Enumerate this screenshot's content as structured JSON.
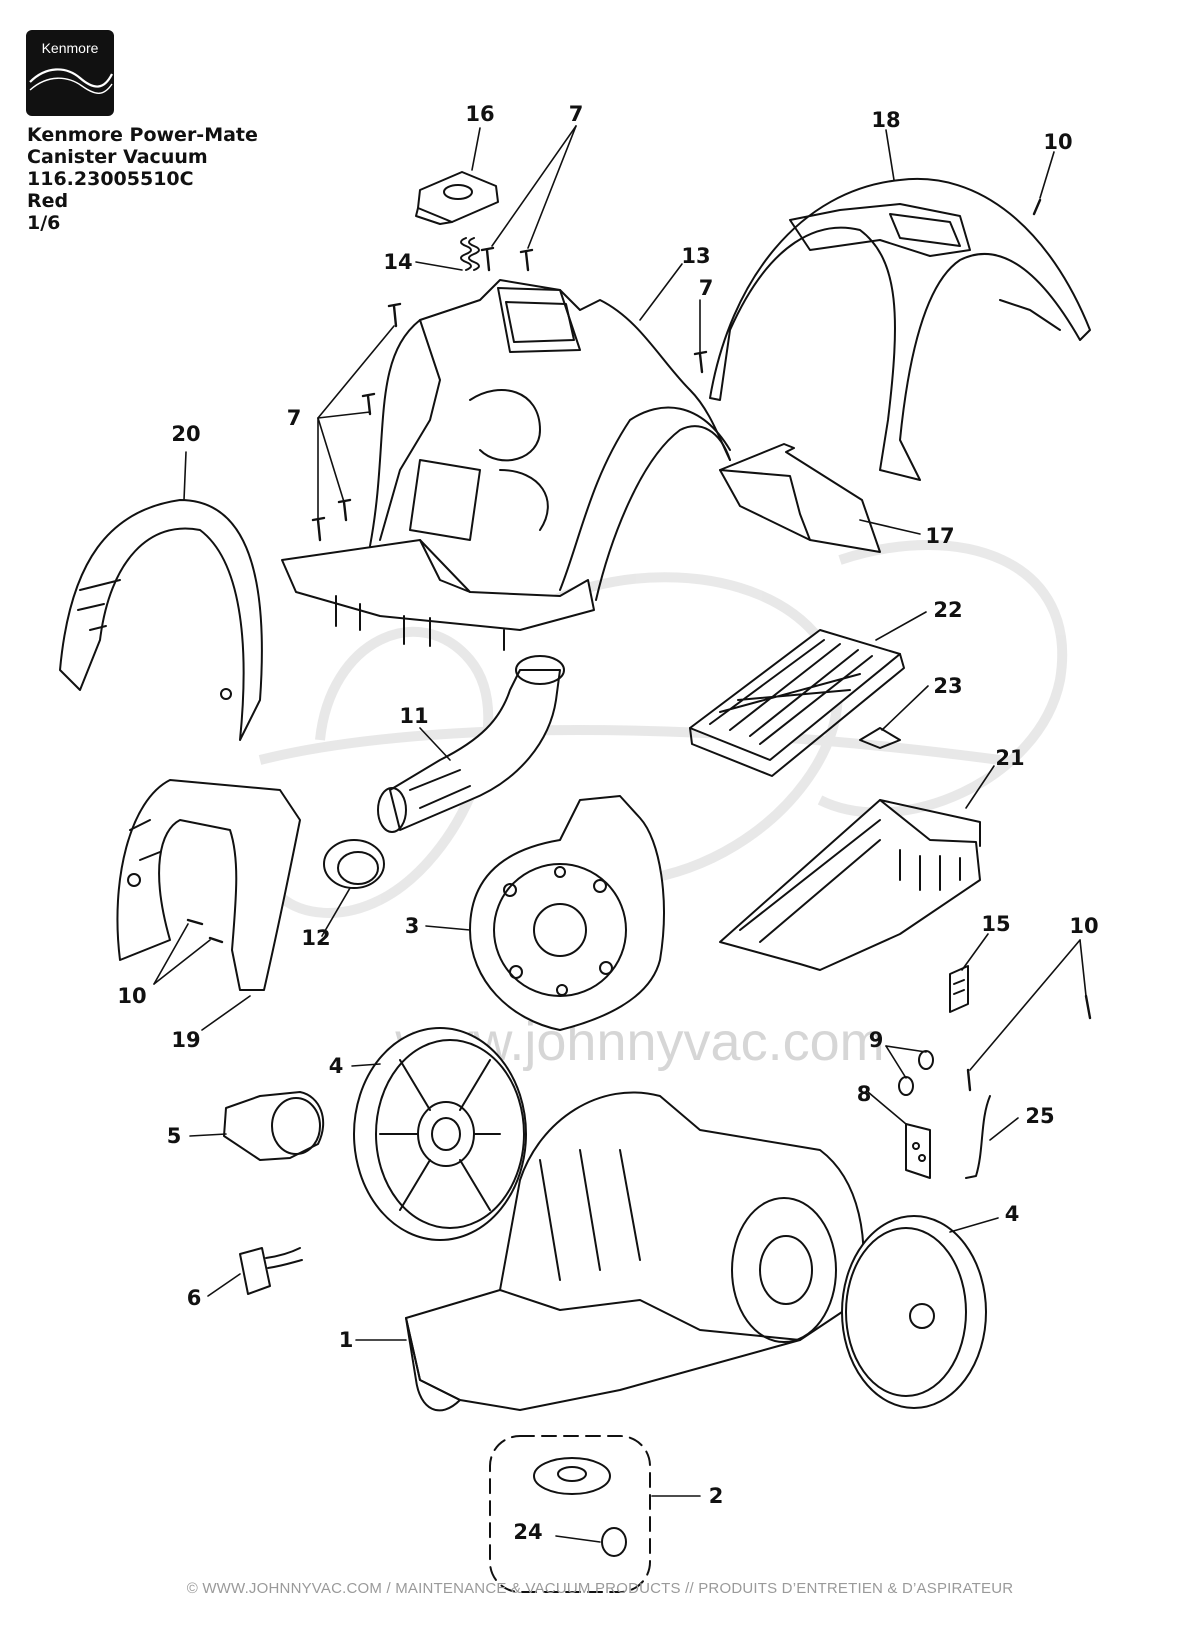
{
  "brand": {
    "logo_text": "Kenmore"
  },
  "title": {
    "line1": "Kenmore Power-Mate",
    "line2": "Canister Vacuum",
    "line3": "116.23005510C",
    "line4": "Red",
    "line5": "1/6"
  },
  "watermark": {
    "url_text": "www.johnnyvac.com"
  },
  "callouts": [
    {
      "id": "c16",
      "text": "16"
    },
    {
      "id": "c7a",
      "text": "7"
    },
    {
      "id": "c18",
      "text": "18"
    },
    {
      "id": "c10a",
      "text": "10"
    },
    {
      "id": "c14",
      "text": "14"
    },
    {
      "id": "c13",
      "text": "13"
    },
    {
      "id": "c7b",
      "text": "7"
    },
    {
      "id": "c7c",
      "text": "7"
    },
    {
      "id": "c20",
      "text": "20"
    },
    {
      "id": "c17",
      "text": "17"
    },
    {
      "id": "c22",
      "text": "22"
    },
    {
      "id": "c23",
      "text": "23"
    },
    {
      "id": "c11",
      "text": "11"
    },
    {
      "id": "c21",
      "text": "21"
    },
    {
      "id": "c15",
      "text": "15"
    },
    {
      "id": "c10b",
      "text": "10"
    },
    {
      "id": "c3",
      "text": "3"
    },
    {
      "id": "c12",
      "text": "12"
    },
    {
      "id": "c10c",
      "text": "10"
    },
    {
      "id": "c19",
      "text": "19"
    },
    {
      "id": "c9",
      "text": "9"
    },
    {
      "id": "c4a",
      "text": "4"
    },
    {
      "id": "c8",
      "text": "8"
    },
    {
      "id": "c25",
      "text": "25"
    },
    {
      "id": "c5",
      "text": "5"
    },
    {
      "id": "c4b",
      "text": "4"
    },
    {
      "id": "c6",
      "text": "6"
    },
    {
      "id": "c1",
      "text": "1"
    },
    {
      "id": "c2",
      "text": "2"
    },
    {
      "id": "c24",
      "text": "24"
    }
  ],
  "footer": {
    "text": "© WWW.JOHNNYVAC.COM / MAINTENANCE & VACUUM PRODUCTS  //  PRODUITS D’ENTRETIEN & D’ASPIRATEUR"
  }
}
